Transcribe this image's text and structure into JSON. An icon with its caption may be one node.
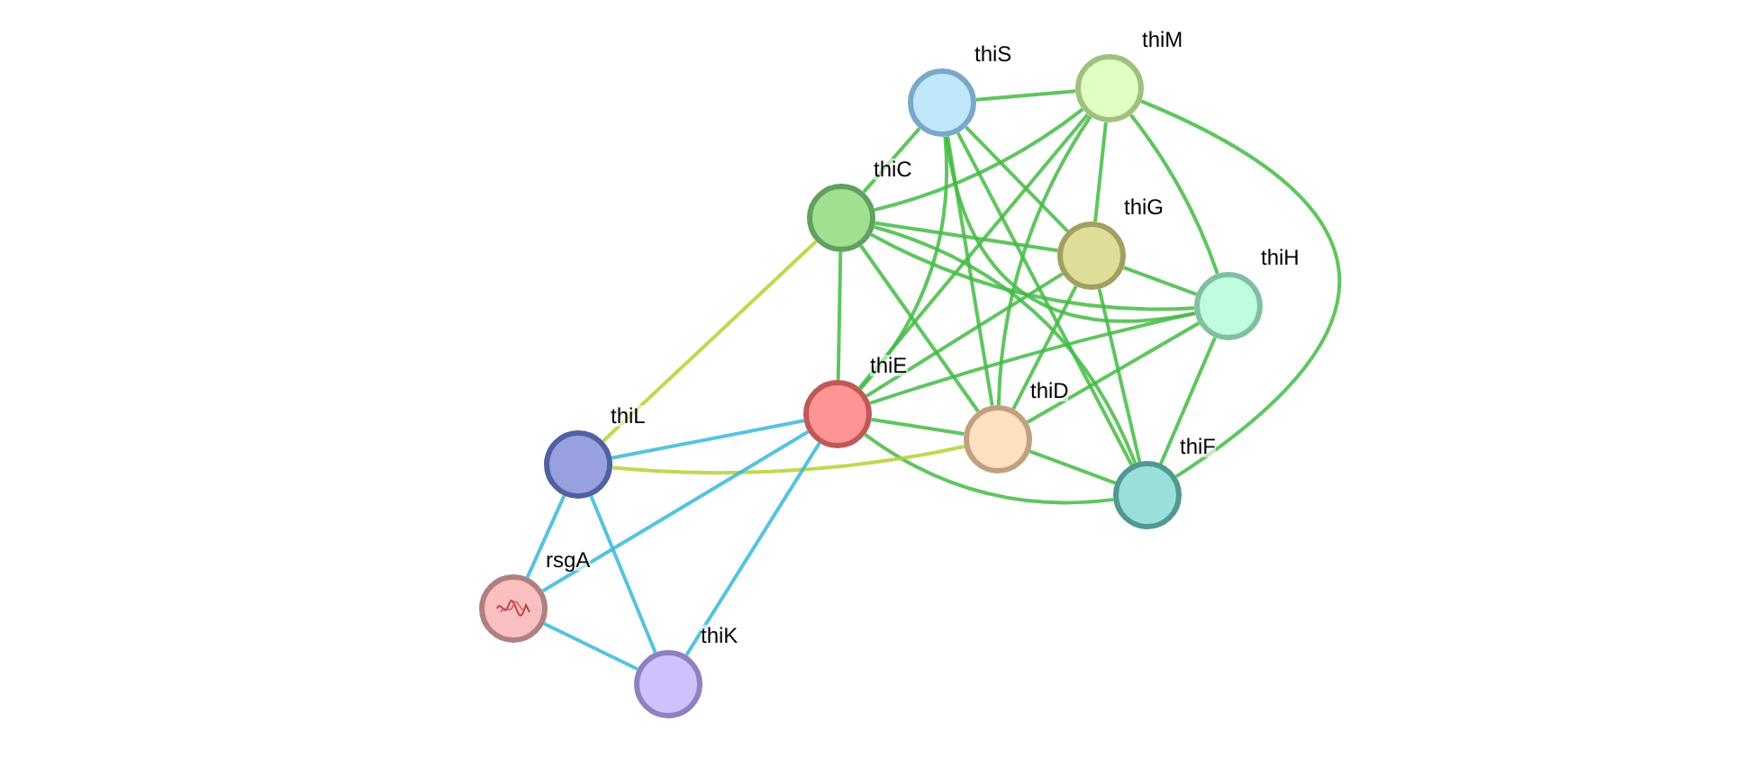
{
  "diagram": {
    "nodes": [
      {
        "text": [
          "thiS"
        ]
      },
      {
        "text": [
          "thiM"
        ]
      },
      {
        "text": [
          "thiC"
        ]
      },
      {
        "text": [
          "thiG"
        ]
      },
      {
        "text": [
          "thiH"
        ]
      },
      {
        "text": [
          "thiE"
        ]
      },
      {
        "text": [
          "thiD"
        ]
      },
      {
        "text": [
          "thiF"
        ]
      },
      {
        "text": [
          "thiL"
        ]
      },
      {
        "text": [
          "rsgA"
        ]
      },
      {
        "text": [
          "thiK"
        ]
      }
    ],
    "edges": [
      {
        "from": 0,
        "to": 1,
        "arrow": "none"
      },
      {
        "from": 0,
        "to": 2,
        "arrow": "none"
      },
      {
        "from": 0,
        "to": 3,
        "arrow": "none"
      },
      {
        "from": 0,
        "to": 4,
        "arrow": "none"
      },
      {
        "from": 0,
        "to": 5,
        "arrow": "none"
      },
      {
        "from": 0,
        "to": 6,
        "arrow": "none"
      },
      {
        "from": 0,
        "to": 7,
        "arrow": "none"
      },
      {
        "from": 1,
        "to": 2,
        "arrow": "none"
      },
      {
        "from": 1,
        "to": 3,
        "arrow": "none"
      },
      {
        "from": 1,
        "to": 4,
        "arrow": "none"
      },
      {
        "from": 1,
        "to": 5,
        "arrow": "none"
      },
      {
        "from": 1,
        "to": 6,
        "arrow": "none"
      },
      {
        "from": 1,
        "to": 7,
        "arrow": "none"
      },
      {
        "from": 2,
        "to": 3,
        "arrow": "none"
      },
      {
        "from": 2,
        "to": 4,
        "arrow": "none"
      },
      {
        "from": 2,
        "to": 5,
        "arrow": "none"
      },
      {
        "from": 2,
        "to": 6,
        "arrow": "none"
      },
      {
        "from": 2,
        "to": 7,
        "arrow": "none"
      },
      {
        "from": 3,
        "to": 4,
        "arrow": "none"
      },
      {
        "from": 3,
        "to": 5,
        "arrow": "none"
      },
      {
        "from": 3,
        "to": 6,
        "arrow": "none"
      },
      {
        "from": 3,
        "to": 7,
        "arrow": "none"
      },
      {
        "from": 4,
        "to": 5,
        "arrow": "none"
      },
      {
        "from": 4,
        "to": 6,
        "arrow": "none"
      },
      {
        "from": 4,
        "to": 7,
        "arrow": "none"
      },
      {
        "from": 5,
        "to": 6,
        "arrow": "none"
      },
      {
        "from": 5,
        "to": 7,
        "arrow": "none"
      },
      {
        "from": 6,
        "to": 7,
        "arrow": "none"
      },
      {
        "from": 8,
        "to": 2,
        "arrow": "none",
        "color": "#b8d030"
      },
      {
        "from": 8,
        "to": 5,
        "arrow": "none",
        "color": "#38b8d8"
      },
      {
        "from": 8,
        "to": 6,
        "arrow": "none",
        "color": "#b8d030"
      },
      {
        "from": 8,
        "to": 9,
        "arrow": "none",
        "color": "#38b8d8"
      },
      {
        "from": 8,
        "to": 10,
        "arrow": "none",
        "color": "#38b8d8"
      },
      {
        "from": 9,
        "to": 5,
        "arrow": "none",
        "color": "#38b8d8"
      },
      {
        "from": 9,
        "to": 10,
        "arrow": "none",
        "color": "#38b8d8"
      },
      {
        "from": 5,
        "to": 10,
        "arrow": "none",
        "color": "#38b8d8"
      }
    ]
  }
}
